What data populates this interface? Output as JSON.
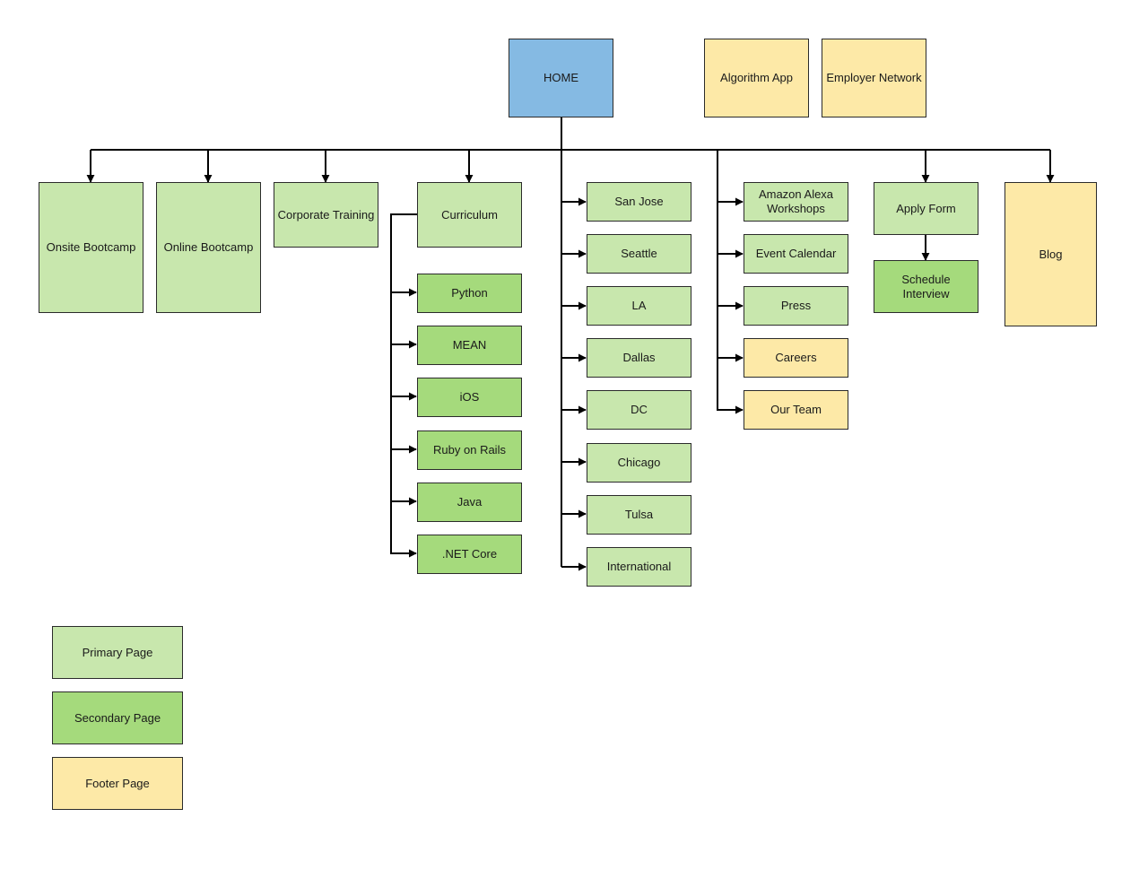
{
  "home": {
    "label": "HOME"
  },
  "header_links": [
    {
      "label": "Algorithm App"
    },
    {
      "label": "Employer Network"
    }
  ],
  "top_level": {
    "onsite_bootcamp": "Onsite Bootcamp",
    "online_bootcamp": "Online Bootcamp",
    "corporate_training": "Corporate Training",
    "curriculum": "Curriculum",
    "apply_form": "Apply Form",
    "blog": "Blog"
  },
  "curriculum_items": [
    "Python",
    "MEAN",
    "iOS",
    "Ruby on Rails",
    "Java",
    ".NET Core"
  ],
  "locations": [
    "San Jose",
    "Seattle",
    "LA",
    "Dallas",
    "DC",
    "Chicago",
    "Tulsa",
    "International"
  ],
  "company_pages": [
    {
      "label": "Amazon Alexa Workshops"
    },
    {
      "label": "Event Calendar"
    },
    {
      "label": "Press"
    },
    {
      "label": "Careers"
    },
    {
      "label": "Our Team"
    }
  ],
  "apply_children": [
    "Schedule Interview"
  ],
  "legend": [
    {
      "label": "Primary Page"
    },
    {
      "label": "Secondary Page"
    },
    {
      "label": "Footer Page"
    }
  ],
  "colors": {
    "home": "#85bae3",
    "primary": "#c8e7ad",
    "secondary": "#a5da7c",
    "footer": "#fde9a7",
    "line": "#000000"
  }
}
